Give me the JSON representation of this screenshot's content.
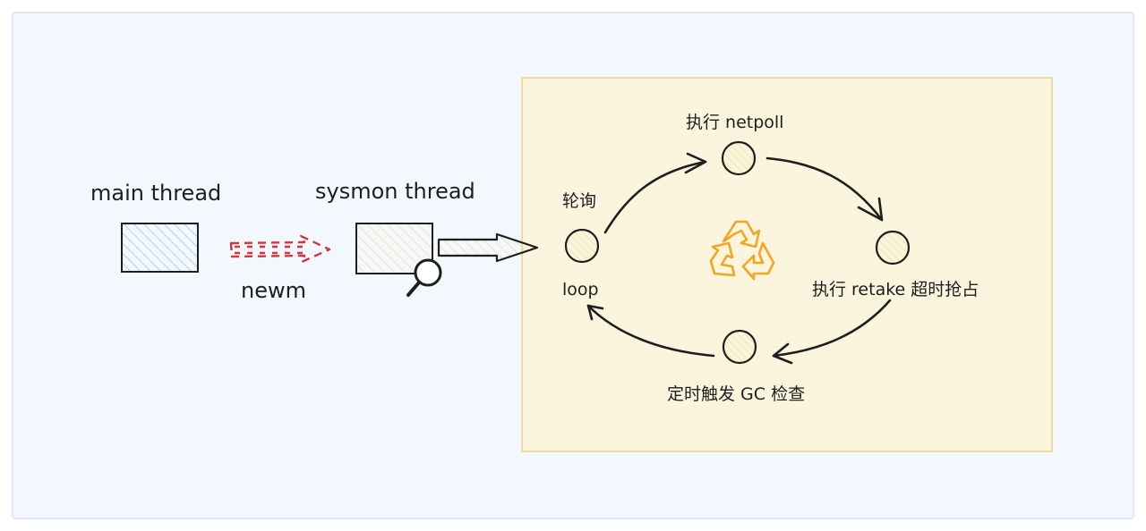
{
  "colors": {
    "canvas_bg": "#f3f8fe",
    "canvas_border": "#dfe9f6",
    "panel_bg": "#faf5dc",
    "panel_border": "#f0d9a0",
    "blue_hatch": "#9cc7ee",
    "yellow_hatch": "#f3df8e",
    "red_dashed_arrow": "#d9343a",
    "stroke": "#1e1e1e",
    "recycle": "#f5a524"
  },
  "icons": {
    "recycle": "recycle-icon",
    "magnifier": "magnifier-icon"
  },
  "nodes": {
    "main_thread": {
      "label": "main thread"
    },
    "sysmon_thread": {
      "label": "sysmon thread"
    }
  },
  "edges": {
    "spawn": {
      "label": "newm"
    }
  },
  "loop": {
    "left_top_label": "轮询",
    "left_bottom_label": "loop",
    "top_label": "执行 netpoll",
    "right_label": "执行 retake 超时抢占",
    "bottom_label": "定时触发 GC 检查"
  }
}
